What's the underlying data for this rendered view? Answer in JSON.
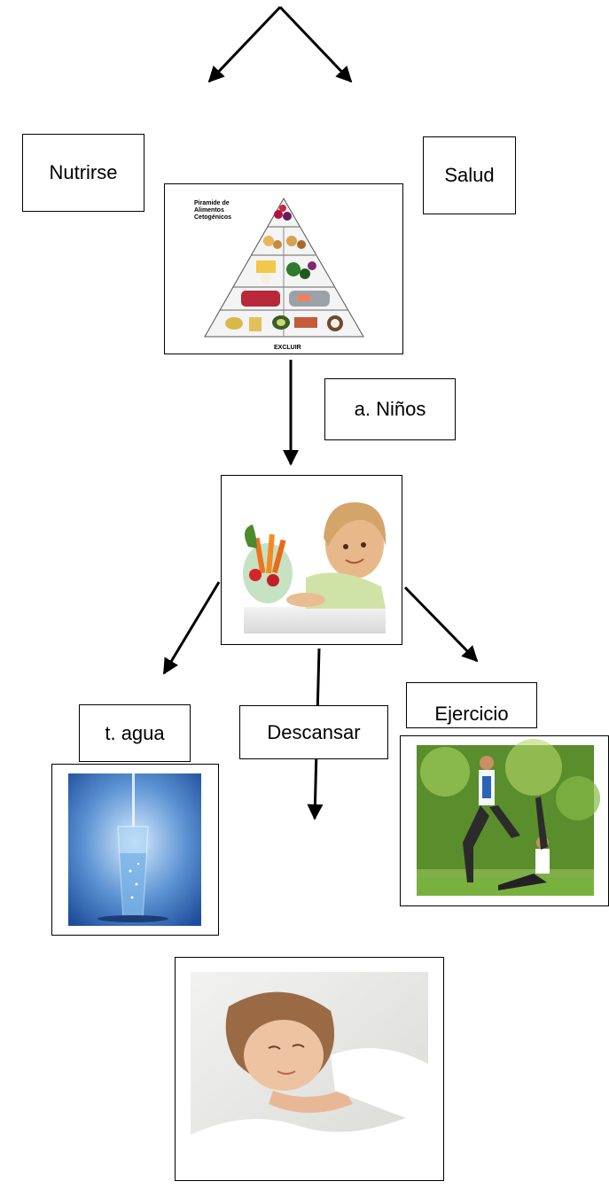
{
  "nodes": {
    "nutrirse": "Nutrirse",
    "salud": "Salud",
    "ninos": "a. Niños",
    "agua": "t. agua",
    "ejercicio": "Ejercicio",
    "descansar": "Descansar"
  },
  "pyramid": {
    "title_line1": "Piramide de",
    "title_line2": "Alimentos",
    "title_line3": "Cetogénicos",
    "footer": "EXCLUIR"
  }
}
